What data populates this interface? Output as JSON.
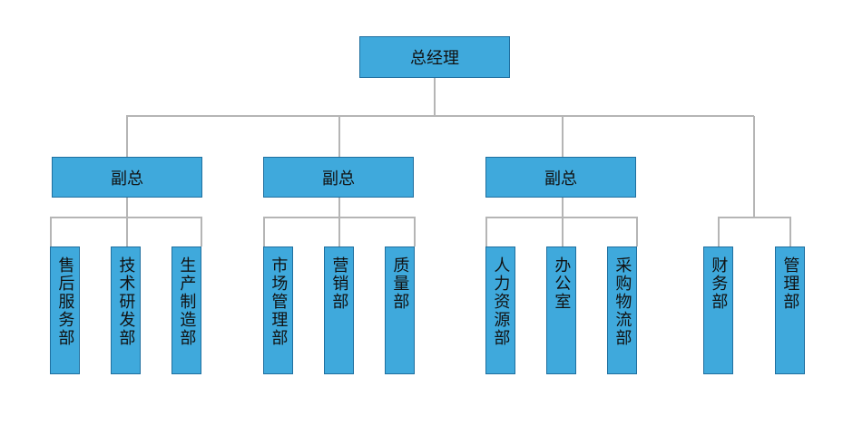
{
  "org": {
    "root": "总经理",
    "branches": [
      {
        "label": "副总",
        "children": [
          "售后服务部",
          "技术研发部",
          "生产制造部"
        ]
      },
      {
        "label": "副总",
        "children": [
          "市场管理部",
          "营销部",
          "质量部"
        ]
      },
      {
        "label": "副总",
        "children": [
          "人力资源部",
          "办公室",
          "采购物流部"
        ]
      },
      {
        "label": "",
        "children": [
          "财务部",
          "管理部"
        ]
      }
    ]
  },
  "colors": {
    "box_fill": "#3fa9dc",
    "box_border": "#1f6f9f",
    "connector": "#b5b5b5",
    "text": "#111111"
  }
}
